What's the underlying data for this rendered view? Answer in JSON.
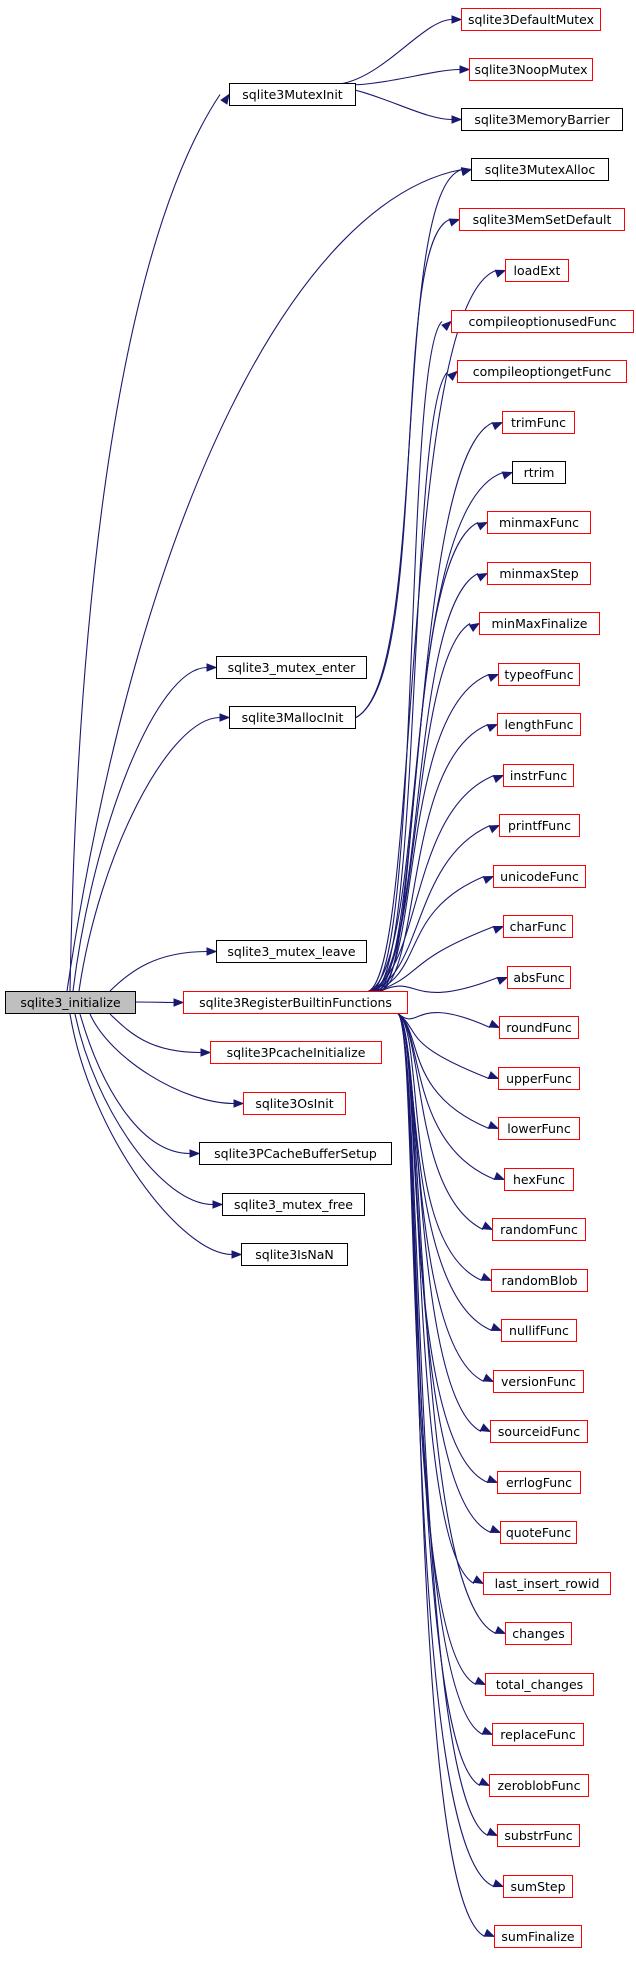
{
  "colors": {
    "edge": "#191970",
    "root_fill": "#bfbfbf",
    "linked_border": "#ff0000",
    "plain_border": "#000000",
    "background": "#ffffff"
  },
  "root": {
    "id": "initialize",
    "label": "sqlite3_initialize"
  },
  "callees_of_root": [
    {
      "id": "mutexinit",
      "label": "sqlite3MutexInit"
    },
    {
      "id": "mutex_enter",
      "label": "sqlite3_mutex_enter"
    },
    {
      "id": "mallocinit",
      "label": "sqlite3MallocInit"
    },
    {
      "id": "mutex_leave",
      "label": "sqlite3_mutex_leave"
    },
    {
      "id": "registerbuiltin",
      "label": "sqlite3RegisterBuiltinFunctions"
    },
    {
      "id": "pcacheinit",
      "label": "sqlite3PcacheInitialize"
    },
    {
      "id": "osinit",
      "label": "sqlite3OsInit"
    },
    {
      "id": "bufsetup",
      "label": "sqlite3PCacheBufferSetup"
    },
    {
      "id": "mutex_free",
      "label": "sqlite3_mutex_free"
    },
    {
      "id": "isnan",
      "label": "sqlite3IsNaN"
    },
    {
      "id": "mutexalloc",
      "label": "sqlite3MutexAlloc"
    }
  ],
  "callees_of_mutexinit": [
    {
      "id": "defaultmutex",
      "label": "sqlite3DefaultMutex"
    },
    {
      "id": "noopmutex",
      "label": "sqlite3NoopMutex"
    },
    {
      "id": "membarrier",
      "label": "sqlite3MemoryBarrier"
    }
  ],
  "callees_of_mallocinit": [
    {
      "id": "mutexalloc",
      "label": "sqlite3MutexAlloc"
    },
    {
      "id": "memsetdefault",
      "label": "sqlite3MemSetDefault"
    }
  ],
  "builtin_functions": [
    {
      "id": "loadext",
      "label": "loadExt"
    },
    {
      "id": "cou",
      "label": "compileoptionusedFunc"
    },
    {
      "id": "cog",
      "label": "compileoptiongetFunc"
    },
    {
      "id": "trim",
      "label": "trimFunc"
    },
    {
      "id": "rtrim",
      "label": "rtrim"
    },
    {
      "id": "minmaxf",
      "label": "minmaxFunc"
    },
    {
      "id": "minmaxs",
      "label": "minmaxStep"
    },
    {
      "id": "minmaxfin",
      "label": "minMaxFinalize"
    },
    {
      "id": "typeof",
      "label": "typeofFunc"
    },
    {
      "id": "length",
      "label": "lengthFunc"
    },
    {
      "id": "instr",
      "label": "instrFunc"
    },
    {
      "id": "printf",
      "label": "printfFunc"
    },
    {
      "id": "unicode",
      "label": "unicodeFunc"
    },
    {
      "id": "char",
      "label": "charFunc"
    },
    {
      "id": "abs",
      "label": "absFunc"
    },
    {
      "id": "round",
      "label": "roundFunc"
    },
    {
      "id": "upper",
      "label": "upperFunc"
    },
    {
      "id": "lower",
      "label": "lowerFunc"
    },
    {
      "id": "hex",
      "label": "hexFunc"
    },
    {
      "id": "random",
      "label": "randomFunc"
    },
    {
      "id": "randblob",
      "label": "randomBlob"
    },
    {
      "id": "nullif",
      "label": "nullifFunc"
    },
    {
      "id": "version",
      "label": "versionFunc"
    },
    {
      "id": "sourceid",
      "label": "sourceidFunc"
    },
    {
      "id": "errlog",
      "label": "errlogFunc"
    },
    {
      "id": "quote",
      "label": "quoteFunc"
    },
    {
      "id": "lastrowid",
      "label": "last_insert_rowid"
    },
    {
      "id": "changes",
      "label": "changes"
    },
    {
      "id": "totchanges",
      "label": "total_changes"
    },
    {
      "id": "replace",
      "label": "replaceFunc"
    },
    {
      "id": "zeroblob",
      "label": "zeroblobFunc"
    },
    {
      "id": "substr",
      "label": "substrFunc"
    },
    {
      "id": "sumstep",
      "label": "sumStep"
    },
    {
      "id": "sumfin",
      "label": "sumFinalize"
    }
  ],
  "nodes": [
    {
      "id": "defaultmutex",
      "label": "sqlite3DefaultMutex",
      "linked": true
    },
    {
      "id": "noopmutex",
      "label": "sqlite3NoopMutex",
      "linked": true
    },
    {
      "id": "mutexinit",
      "label": "sqlite3MutexInit",
      "linked": false
    },
    {
      "id": "membarrier",
      "label": "sqlite3MemoryBarrier",
      "linked": false
    },
    {
      "id": "mutexalloc",
      "label": "sqlite3MutexAlloc",
      "linked": false
    },
    {
      "id": "memsetdefault",
      "label": "sqlite3MemSetDefault",
      "linked": true
    },
    {
      "id": "loadext",
      "label": "loadExt",
      "linked": true
    },
    {
      "id": "cou",
      "label": "compileoptionusedFunc",
      "linked": true
    },
    {
      "id": "cog",
      "label": "compileoptiongetFunc",
      "linked": true
    },
    {
      "id": "trim",
      "label": "trimFunc",
      "linked": true
    },
    {
      "id": "rtrim",
      "label": "rtrim",
      "linked": false
    },
    {
      "id": "minmaxf",
      "label": "minmaxFunc",
      "linked": true
    },
    {
      "id": "minmaxs",
      "label": "minmaxStep",
      "linked": true
    },
    {
      "id": "minmaxfin",
      "label": "minMaxFinalize",
      "linked": true
    },
    {
      "id": "mutex_enter",
      "label": "sqlite3_mutex_enter",
      "linked": false
    },
    {
      "id": "typeof",
      "label": "typeofFunc",
      "linked": true
    },
    {
      "id": "mallocinit",
      "label": "sqlite3MallocInit",
      "linked": false
    },
    {
      "id": "length",
      "label": "lengthFunc",
      "linked": true
    },
    {
      "id": "instr",
      "label": "instrFunc",
      "linked": true
    },
    {
      "id": "printf",
      "label": "printfFunc",
      "linked": true
    },
    {
      "id": "unicode",
      "label": "unicodeFunc",
      "linked": true
    },
    {
      "id": "char",
      "label": "charFunc",
      "linked": true
    },
    {
      "id": "mutex_leave",
      "label": "sqlite3_mutex_leave",
      "linked": false
    },
    {
      "id": "abs",
      "label": "absFunc",
      "linked": true
    },
    {
      "id": "initialize",
      "label": "sqlite3_initialize",
      "linked": false,
      "root": true
    },
    {
      "id": "registerbuiltin",
      "label": "sqlite3RegisterBuiltinFunctions",
      "linked": true
    },
    {
      "id": "round",
      "label": "roundFunc",
      "linked": true
    },
    {
      "id": "pcacheinit",
      "label": "sqlite3PcacheInitialize",
      "linked": true
    },
    {
      "id": "upper",
      "label": "upperFunc",
      "linked": true
    },
    {
      "id": "osinit",
      "label": "sqlite3OsInit",
      "linked": true
    },
    {
      "id": "lower",
      "label": "lowerFunc",
      "linked": true
    },
    {
      "id": "bufsetup",
      "label": "sqlite3PCacheBufferSetup",
      "linked": false
    },
    {
      "id": "hex",
      "label": "hexFunc",
      "linked": true
    },
    {
      "id": "mutex_free",
      "label": "sqlite3_mutex_free",
      "linked": false
    },
    {
      "id": "random",
      "label": "randomFunc",
      "linked": true
    },
    {
      "id": "isnan",
      "label": "sqlite3IsNaN",
      "linked": false
    },
    {
      "id": "randblob",
      "label": "randomBlob",
      "linked": true
    },
    {
      "id": "nullif",
      "label": "nullifFunc",
      "linked": true
    },
    {
      "id": "version",
      "label": "versionFunc",
      "linked": true
    },
    {
      "id": "sourceid",
      "label": "sourceidFunc",
      "linked": true
    },
    {
      "id": "errlog",
      "label": "errlogFunc",
      "linked": true
    },
    {
      "id": "quote",
      "label": "quoteFunc",
      "linked": true
    },
    {
      "id": "lastrowid",
      "label": "last_insert_rowid",
      "linked": true
    },
    {
      "id": "changes",
      "label": "changes",
      "linked": true
    },
    {
      "id": "totchanges",
      "label": "total_changes",
      "linked": true
    },
    {
      "id": "replace",
      "label": "replaceFunc",
      "linked": true
    },
    {
      "id": "zeroblob",
      "label": "zeroblobFunc",
      "linked": true
    },
    {
      "id": "substr",
      "label": "substrFunc",
      "linked": true
    },
    {
      "id": "sumstep",
      "label": "sumStep",
      "linked": true
    },
    {
      "id": "sumfin",
      "label": "sumFinalize",
      "linked": true
    }
  ]
}
